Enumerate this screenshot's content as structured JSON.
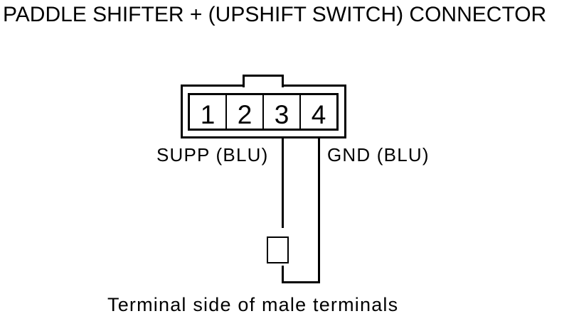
{
  "page": {
    "title": "PADDLE SHIFTER + (UPSHIFT SWITCH) CONNECTOR",
    "caption": "Terminal side of male terminals"
  },
  "connector": {
    "pins": [
      "1",
      "2",
      "3",
      "4"
    ],
    "wire_labels": {
      "pin3": "SUPP (BLU)",
      "pin4": "GND (BLU)"
    },
    "circuit": {
      "pin3_to": "switch-symbol",
      "pin4_to": "switch-symbol"
    }
  },
  "colors": {
    "ink": "#000000",
    "background": "#ffffff"
  }
}
